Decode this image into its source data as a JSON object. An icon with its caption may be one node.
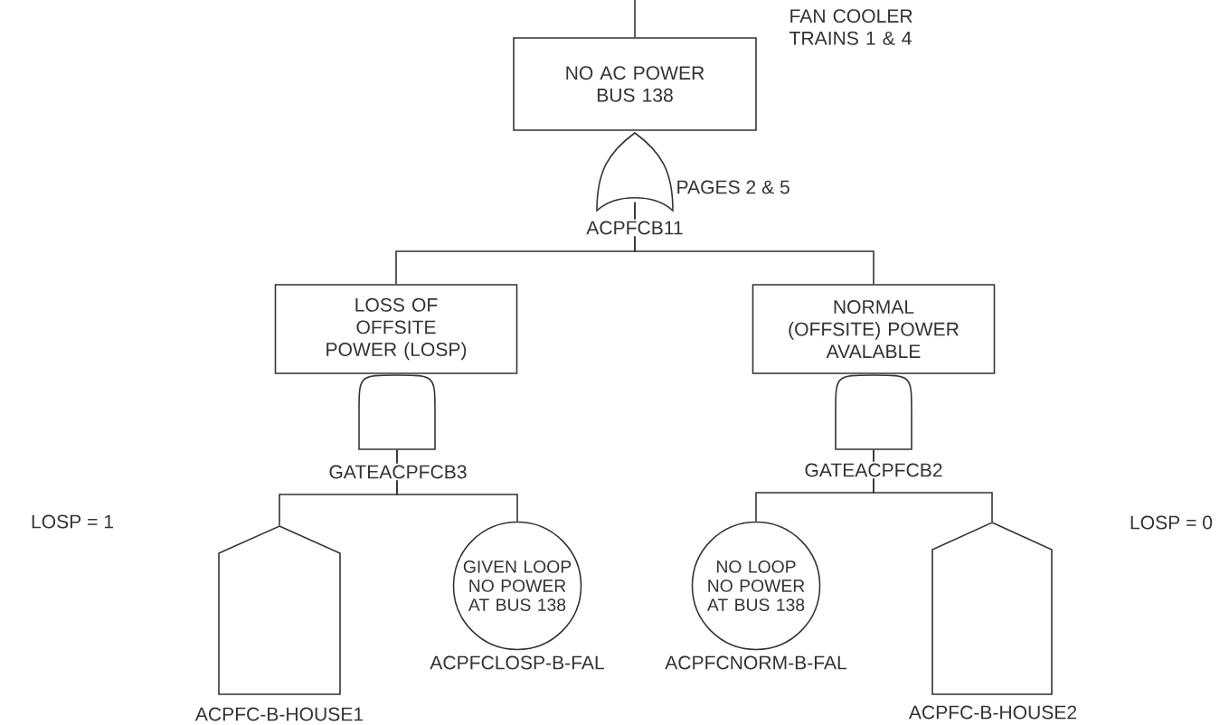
{
  "diagram": {
    "nodes": [
      {
        "text": [
          "NO AC POWER BUS 138"
        ],
        "beside": [
          "FAN COOLER TRAINS 1 & 4"
        ]
      },
      {
        "text": [],
        "shape": "or-gate",
        "beside": [
          "PAGES 2 & 5",
          "ACPFCB11"
        ]
      },
      {
        "text": [
          "LOSS OF OFFSITE POWER (LOSP)"
        ]
      },
      {
        "text": [
          "NORMAL (OFFSITE) POWER AVALABLE"
        ]
      },
      {
        "text": [],
        "shape": "and-gate",
        "beside": [
          "GATEACPFCB3"
        ]
      },
      {
        "text": [],
        "shape": "and-gate",
        "beside": [
          "GATEACPFCB2"
        ]
      },
      {
        "text": [],
        "shape": "house",
        "beside": [
          "ACPFC-B-HOUSE1"
        ]
      },
      {
        "text": [
          "GIVEN LOOP NO POWER AT BUS 138"
        ],
        "beside": [
          "ACPFCLOSP-B-FAL"
        ]
      },
      {
        "text": [
          "NO LOOP NO POWER AT BUS 138"
        ],
        "beside": [
          "ACPFCNORM-B-FAL"
        ]
      },
      {
        "text": [],
        "shape": "house",
        "beside": [
          "ACPFC-B-HOUSE2"
        ]
      }
    ],
    "edges": [
      {
        "from": null,
        "to": 0,
        "arrow": "none"
      },
      {
        "from": 1,
        "to": 2,
        "arrow": "none"
      },
      {
        "from": 1,
        "to": 3,
        "arrow": "none"
      },
      {
        "from": 4,
        "to": 6,
        "arrow": "none"
      },
      {
        "from": 4,
        "to": 7,
        "arrow": "none"
      },
      {
        "from": 5,
        "to": 8,
        "arrow": "none"
      },
      {
        "from": 5,
        "to": 9,
        "arrow": "none"
      }
    ],
    "labels": [
      "LOSP = 1",
      "LOSP = 0"
    ]
  }
}
